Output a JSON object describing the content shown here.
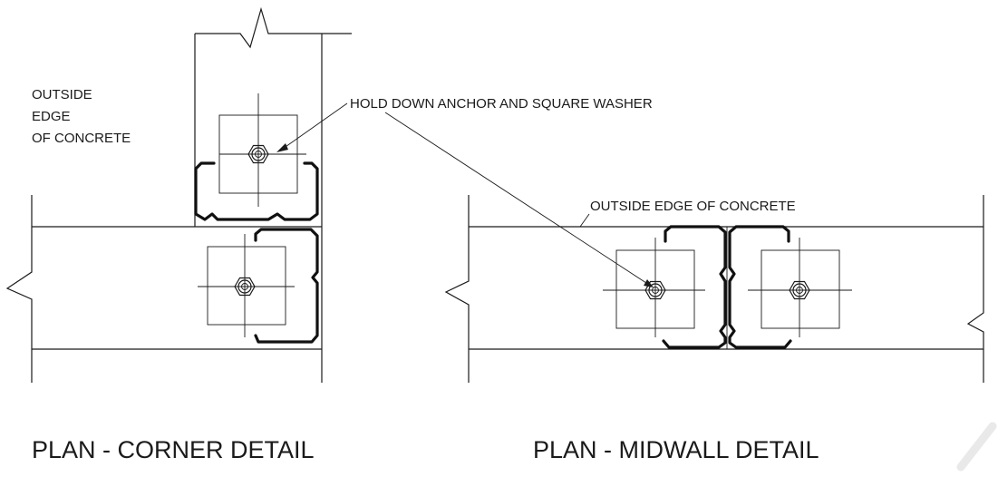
{
  "labels": {
    "outside_edge_line1": "OUTSIDE",
    "outside_edge_line2": "EDGE",
    "outside_edge_line3": "OF CONCRETE",
    "hold_down_anchor": "HOLD DOWN ANCHOR AND SQUARE WASHER",
    "outside_edge_midwall": "OUTSIDE EDGE OF CONCRETE"
  },
  "titles": {
    "corner": "PLAN - CORNER DETAIL",
    "midwall": "PLAN - MIDWALL DETAIL"
  }
}
